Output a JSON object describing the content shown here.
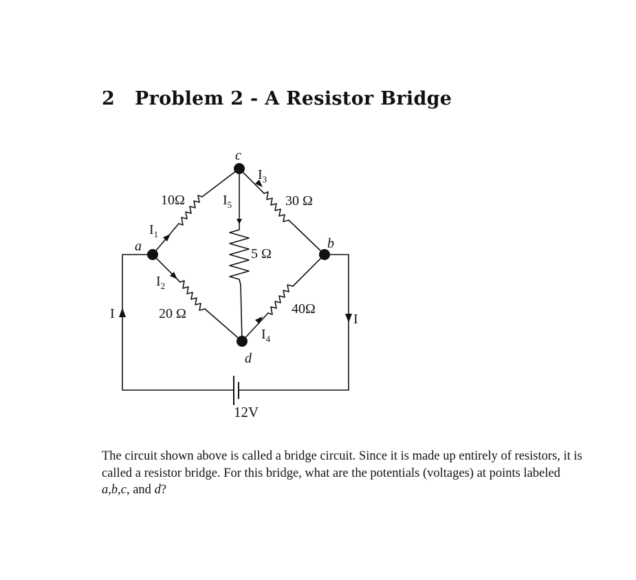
{
  "section": {
    "number": "2",
    "title": "Problem 2 - A Resistor Bridge"
  },
  "circuit": {
    "nodes": {
      "a": "a",
      "b": "b",
      "c": "c",
      "d": "d"
    },
    "resistors": {
      "ac": "10Ω",
      "cb": "30 Ω",
      "cd": "5 Ω",
      "ad": "20 Ω",
      "db": "40Ω"
    },
    "currents": {
      "total": "I",
      "i1": {
        "main": "I",
        "sub": "1"
      },
      "i2": {
        "main": "I",
        "sub": "2"
      },
      "i3": {
        "main": "I",
        "sub": "3"
      },
      "i4": {
        "main": "I",
        "sub": "4"
      },
      "i5": {
        "main": "I",
        "sub": "5"
      }
    },
    "battery": "12V"
  },
  "question": {
    "part1": "The circuit shown above is called a bridge circuit. Since it is made up entirely of resistors, it is called a resistor bridge. For this bridge, what are the potentials (voltages) at points labeled ",
    "var_a": "a",
    "comma1": ",",
    "var_b": "b",
    "comma2": ",",
    "var_c": "c",
    "mid": ", and ",
    "var_d": "d",
    "end": "?"
  }
}
